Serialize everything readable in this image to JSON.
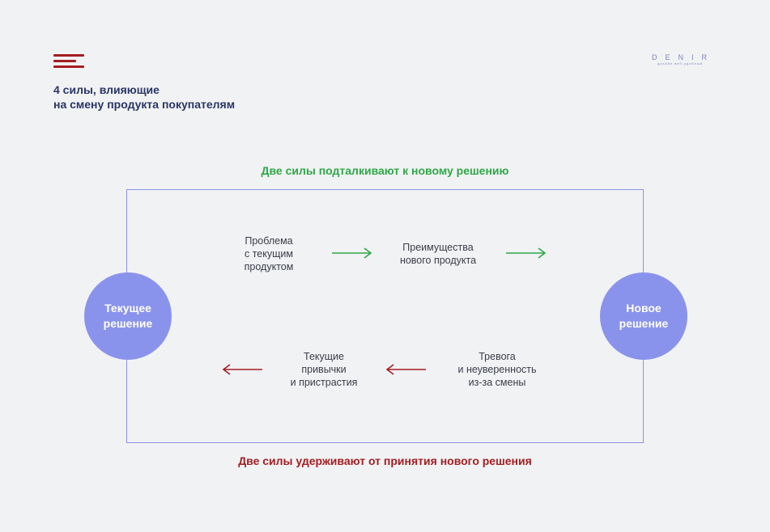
{
  "header": {
    "title_line1": "4 силы, влияющие",
    "title_line2": "на смену продукта покупателям",
    "brand_name": "DENIR",
    "brand_tagline": "дизайн веб-удобный"
  },
  "colors": {
    "push": "#2fa847",
    "pull": "#a51d21",
    "frame": "#8a90e3",
    "circle": "#8a93ec",
    "title": "#2a3566"
  },
  "diagram": {
    "top_heading": "Две силы подталкивают к новому решению",
    "bottom_heading": "Две силы удерживают от принятия нового решения",
    "current_solution": "Текущее\nрешение",
    "new_solution": "Новое\nрешение",
    "forces": {
      "problem": "Проблема\nс текущим\nпродуктом",
      "benefits": "Преимущества\nнового продукта",
      "habits": "Текущие\nпривычки\nи пристрастия",
      "anxiety": "Тревога\nи неуверенность\nиз-за смены"
    },
    "arrows": [
      {
        "name": "push-arrow-1",
        "direction": "right",
        "force": "push"
      },
      {
        "name": "push-arrow-2",
        "direction": "right",
        "force": "push"
      },
      {
        "name": "pull-arrow-1",
        "direction": "left",
        "force": "pull"
      },
      {
        "name": "pull-arrow-2",
        "direction": "left",
        "force": "pull"
      }
    ]
  }
}
